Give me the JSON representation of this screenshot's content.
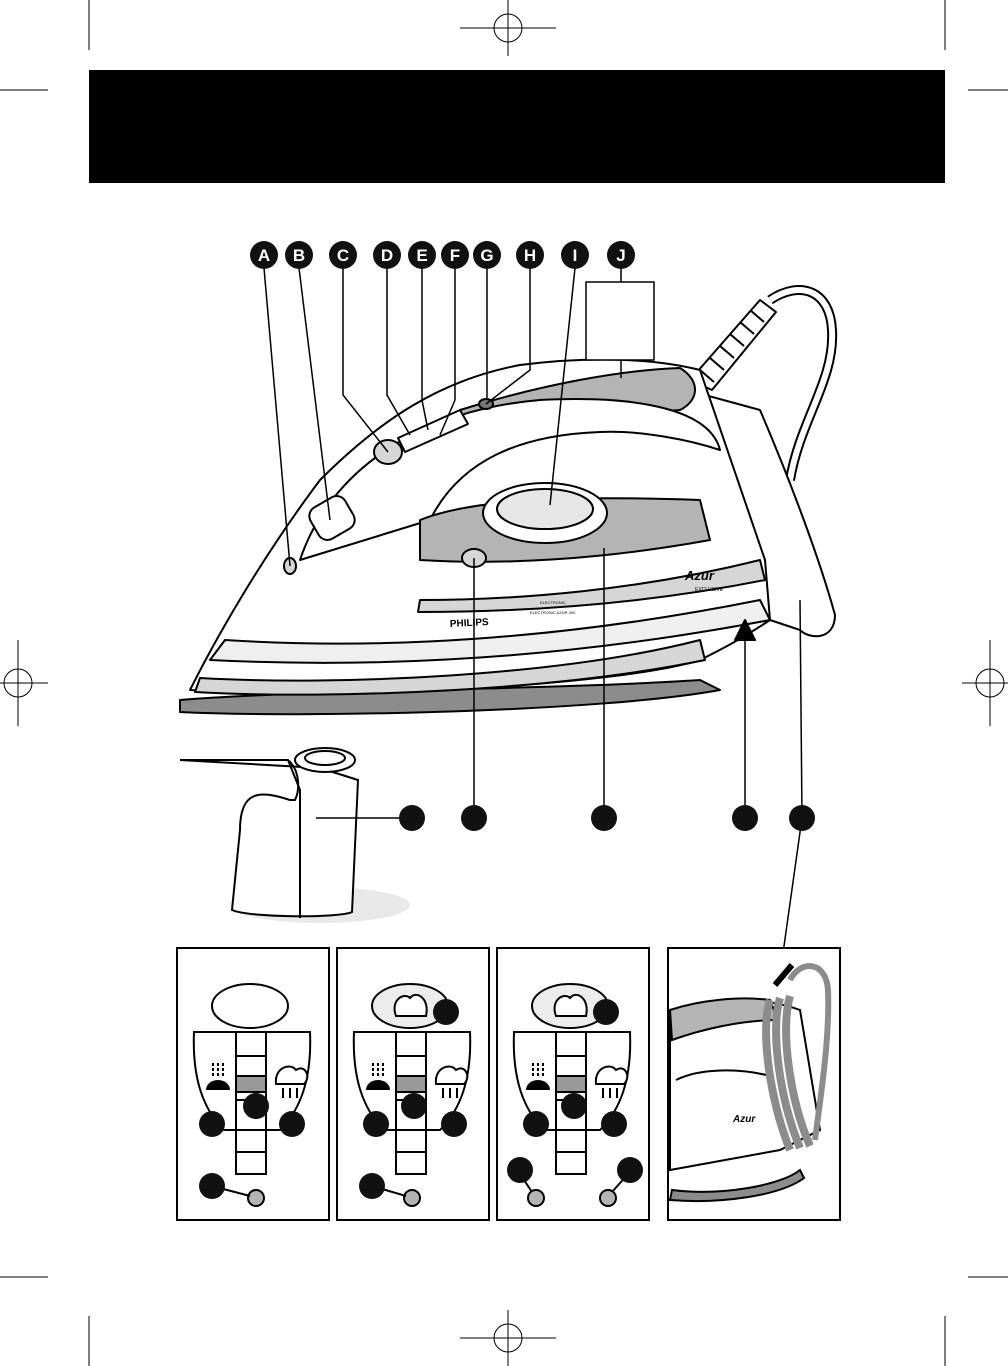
{
  "callouts": {
    "a": "A",
    "b": "B",
    "c": "C",
    "d": "D",
    "e": "E",
    "f": "F",
    "g": "G",
    "h": "H",
    "i": "I",
    "j": "J"
  },
  "iron": {
    "brand": "PHILIPS",
    "side_logo": "Azur",
    "side_logo_sub": "EXCLUSIVE",
    "model_text_line1": "ELECTRONIC",
    "model_text_line2": "ELECTRONIC AZUR 400"
  },
  "colors": {
    "header": "#000000",
    "callout_fill": "#111111",
    "callout_text": "#ffffff",
    "soleplate": "#8c8c8c",
    "panel_grey": "#b4b4b4",
    "light_grey": "#d6d6d6"
  },
  "icons": [
    "droplet-steam-icon",
    "cloud-steam-icon",
    "spray-icon",
    "shot-of-steam-icon"
  ]
}
